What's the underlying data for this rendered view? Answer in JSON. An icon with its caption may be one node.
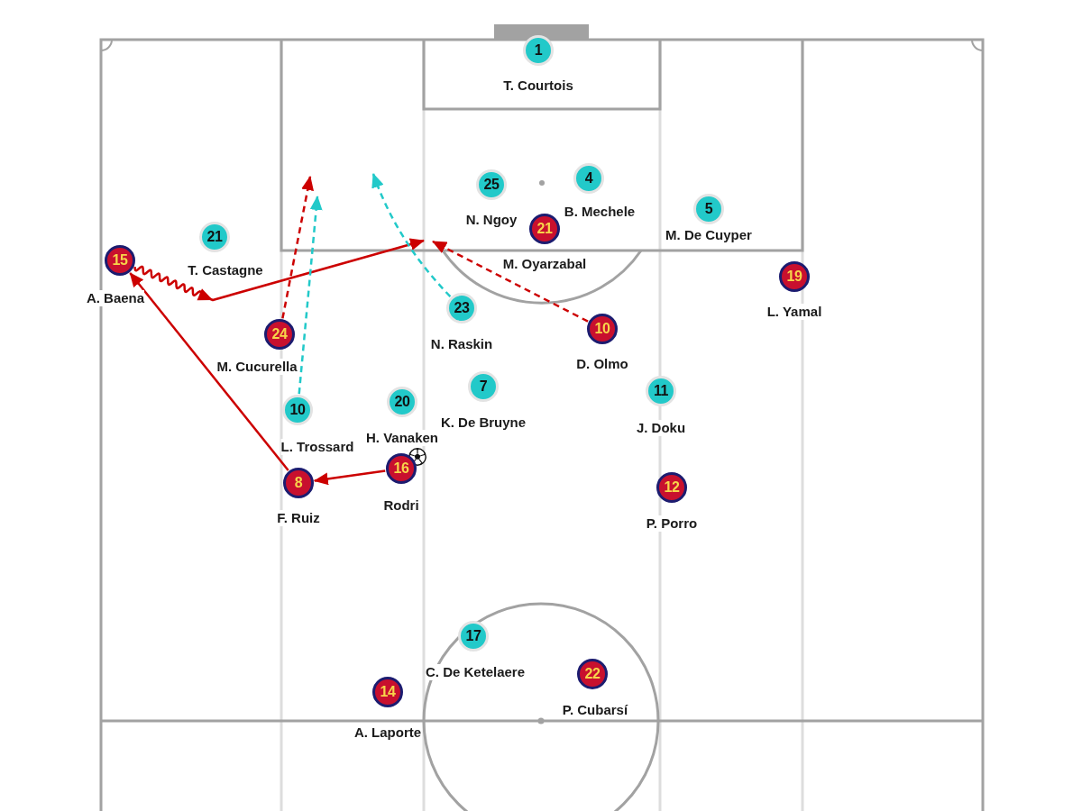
{
  "diagram": {
    "nodes": [
      {
        "text": [
          "1"
        ],
        "beside": [
          "T. Courtois"
        ]
      },
      {
        "text": [
          "4"
        ],
        "beside": [
          "B. Mechele"
        ]
      },
      {
        "text": [
          "25"
        ],
        "beside": [
          "N. Ngoy"
        ]
      },
      {
        "text": [
          "5"
        ],
        "beside": [
          "M. De Cuyper"
        ]
      },
      {
        "text": [
          "21"
        ],
        "beside": [
          "M. Oyarzabal"
        ]
      },
      {
        "text": [
          "21"
        ],
        "beside": [
          "T. Castagne"
        ]
      },
      {
        "text": [
          "15"
        ],
        "beside": [
          "A. Baena"
        ]
      },
      {
        "text": [
          "19"
        ],
        "beside": [
          "L. Yamal"
        ]
      },
      {
        "text": [
          "23"
        ],
        "beside": [
          "N. Raskin"
        ]
      },
      {
        "text": [
          "10"
        ],
        "beside": [
          "D. Olmo"
        ]
      },
      {
        "text": [
          "24"
        ],
        "beside": [
          "M. Cucurella"
        ]
      },
      {
        "text": [
          "7"
        ],
        "beside": [
          "K. De Bruyne"
        ]
      },
      {
        "text": [
          "11"
        ],
        "beside": [
          "J. Doku"
        ]
      },
      {
        "text": [
          "20"
        ],
        "beside": [
          "H. Vanaken"
        ]
      },
      {
        "text": [
          "10"
        ],
        "beside": [
          "L. Trossard"
        ]
      },
      {
        "text": [
          "16"
        ],
        "beside": [
          "Rodri"
        ]
      },
      {
        "text": [
          "8"
        ],
        "beside": [
          "F. Ruiz"
        ]
      },
      {
        "text": [
          "12"
        ],
        "beside": [
          "P. Porro"
        ]
      },
      {
        "text": [
          "17"
        ],
        "beside": [
          "C. De Ketelaere"
        ]
      },
      {
        "text": [
          "22"
        ],
        "beside": [
          "P. Cubarsí"
        ]
      },
      {
        "text": [
          "14"
        ],
        "beside": [
          "A. Laporte"
        ]
      }
    ],
    "edges": [
      {
        "from": 15,
        "to": 16,
        "arrow": "to"
      },
      {
        "from": 16,
        "to": 6,
        "arrow": "to"
      },
      {
        "from": 6,
        "to": null,
        "arrow": "to"
      },
      {
        "from": 10,
        "to": null,
        "arrow": "to",
        "style": "dashed"
      },
      {
        "from": 14,
        "to": null,
        "arrow": "to",
        "style": "dashed",
        "color": "#22c9c9"
      },
      {
        "from": 8,
        "to": null,
        "arrow": "to",
        "style": "dashed",
        "color": "#22c9c9"
      },
      {
        "from": 9,
        "to": null,
        "arrow": "to",
        "style": "dashed"
      }
    ]
  }
}
